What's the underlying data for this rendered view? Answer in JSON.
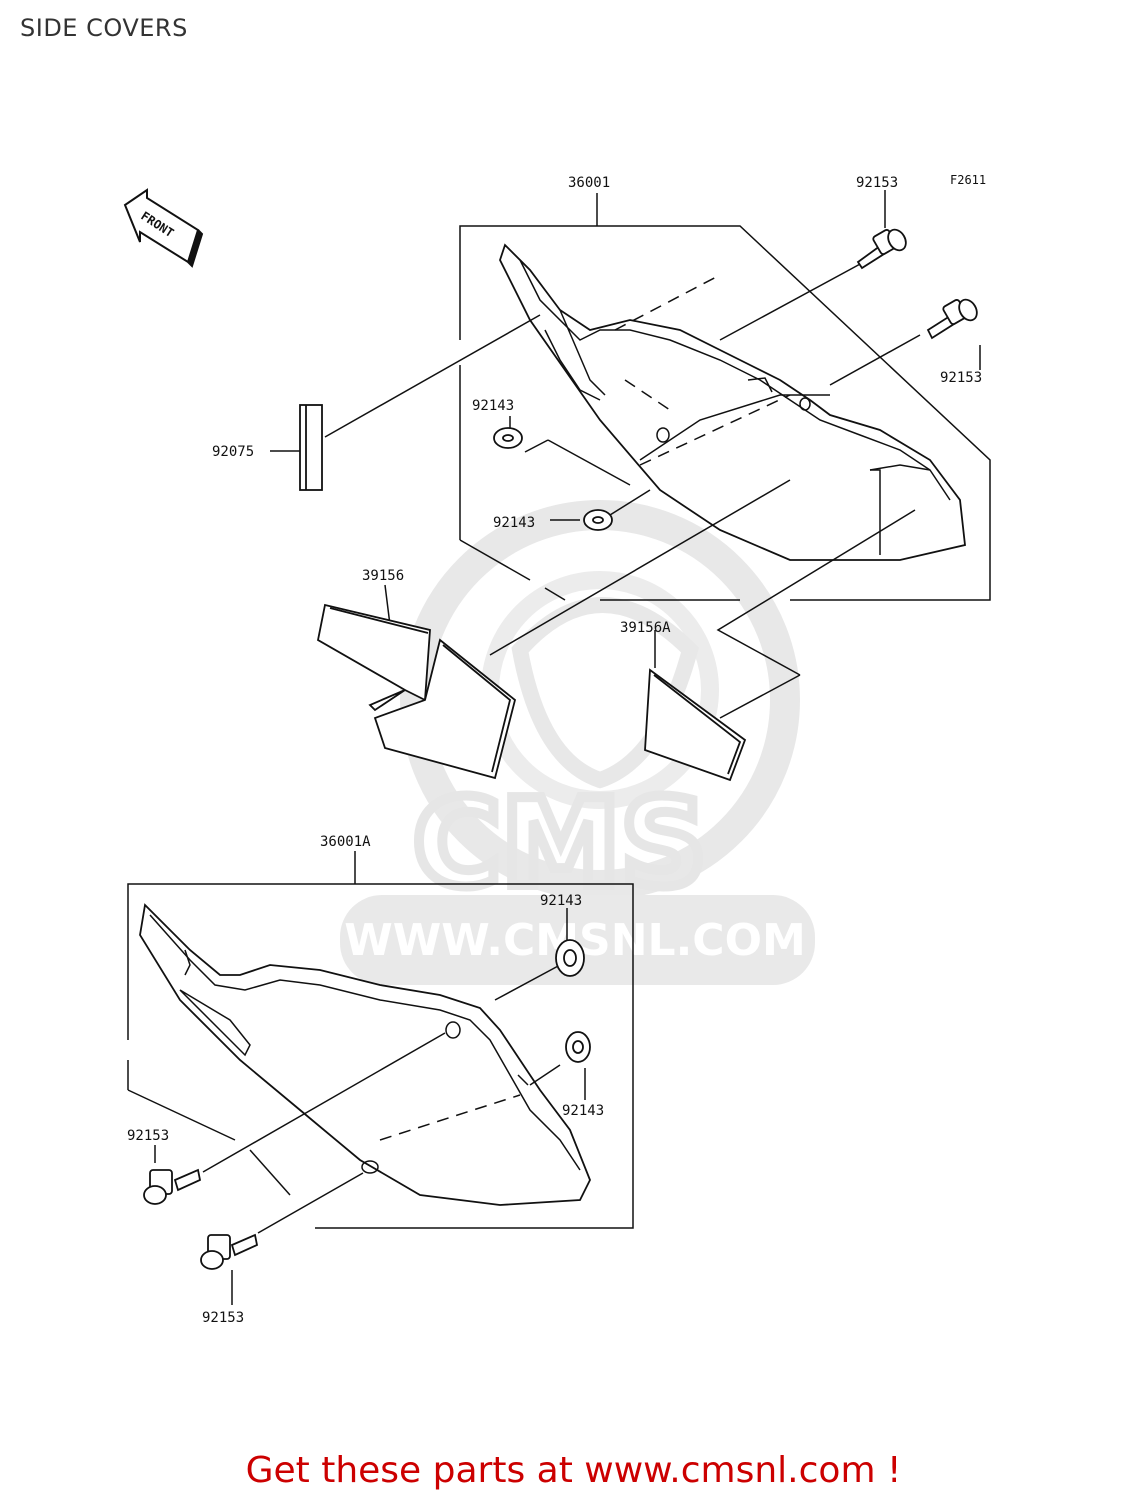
{
  "page": {
    "title": "SIDE COVERS",
    "figure_code": "F2611",
    "front_label": "FRONT"
  },
  "parts": {
    "p36001": "36001",
    "p36001a": "36001A",
    "p92153_top": "92153",
    "p92153_right": "92153",
    "p92153_left_a": "92153",
    "p92153_left_b": "92153",
    "p92143_a": "92143",
    "p92143_b": "92143",
    "p92143_c": "92143",
    "p92143_d": "92143",
    "p92075": "92075",
    "p39156": "39156",
    "p39156a": "39156A"
  },
  "watermark": {
    "brand": "CMS",
    "url": "WWW.CMSNL.COM"
  },
  "footer": {
    "text": "Get these parts at www.cmsnl.com !"
  },
  "colors": {
    "footer": "#cc0000",
    "watermark": "#e6e6e6",
    "lines": "#111111"
  }
}
